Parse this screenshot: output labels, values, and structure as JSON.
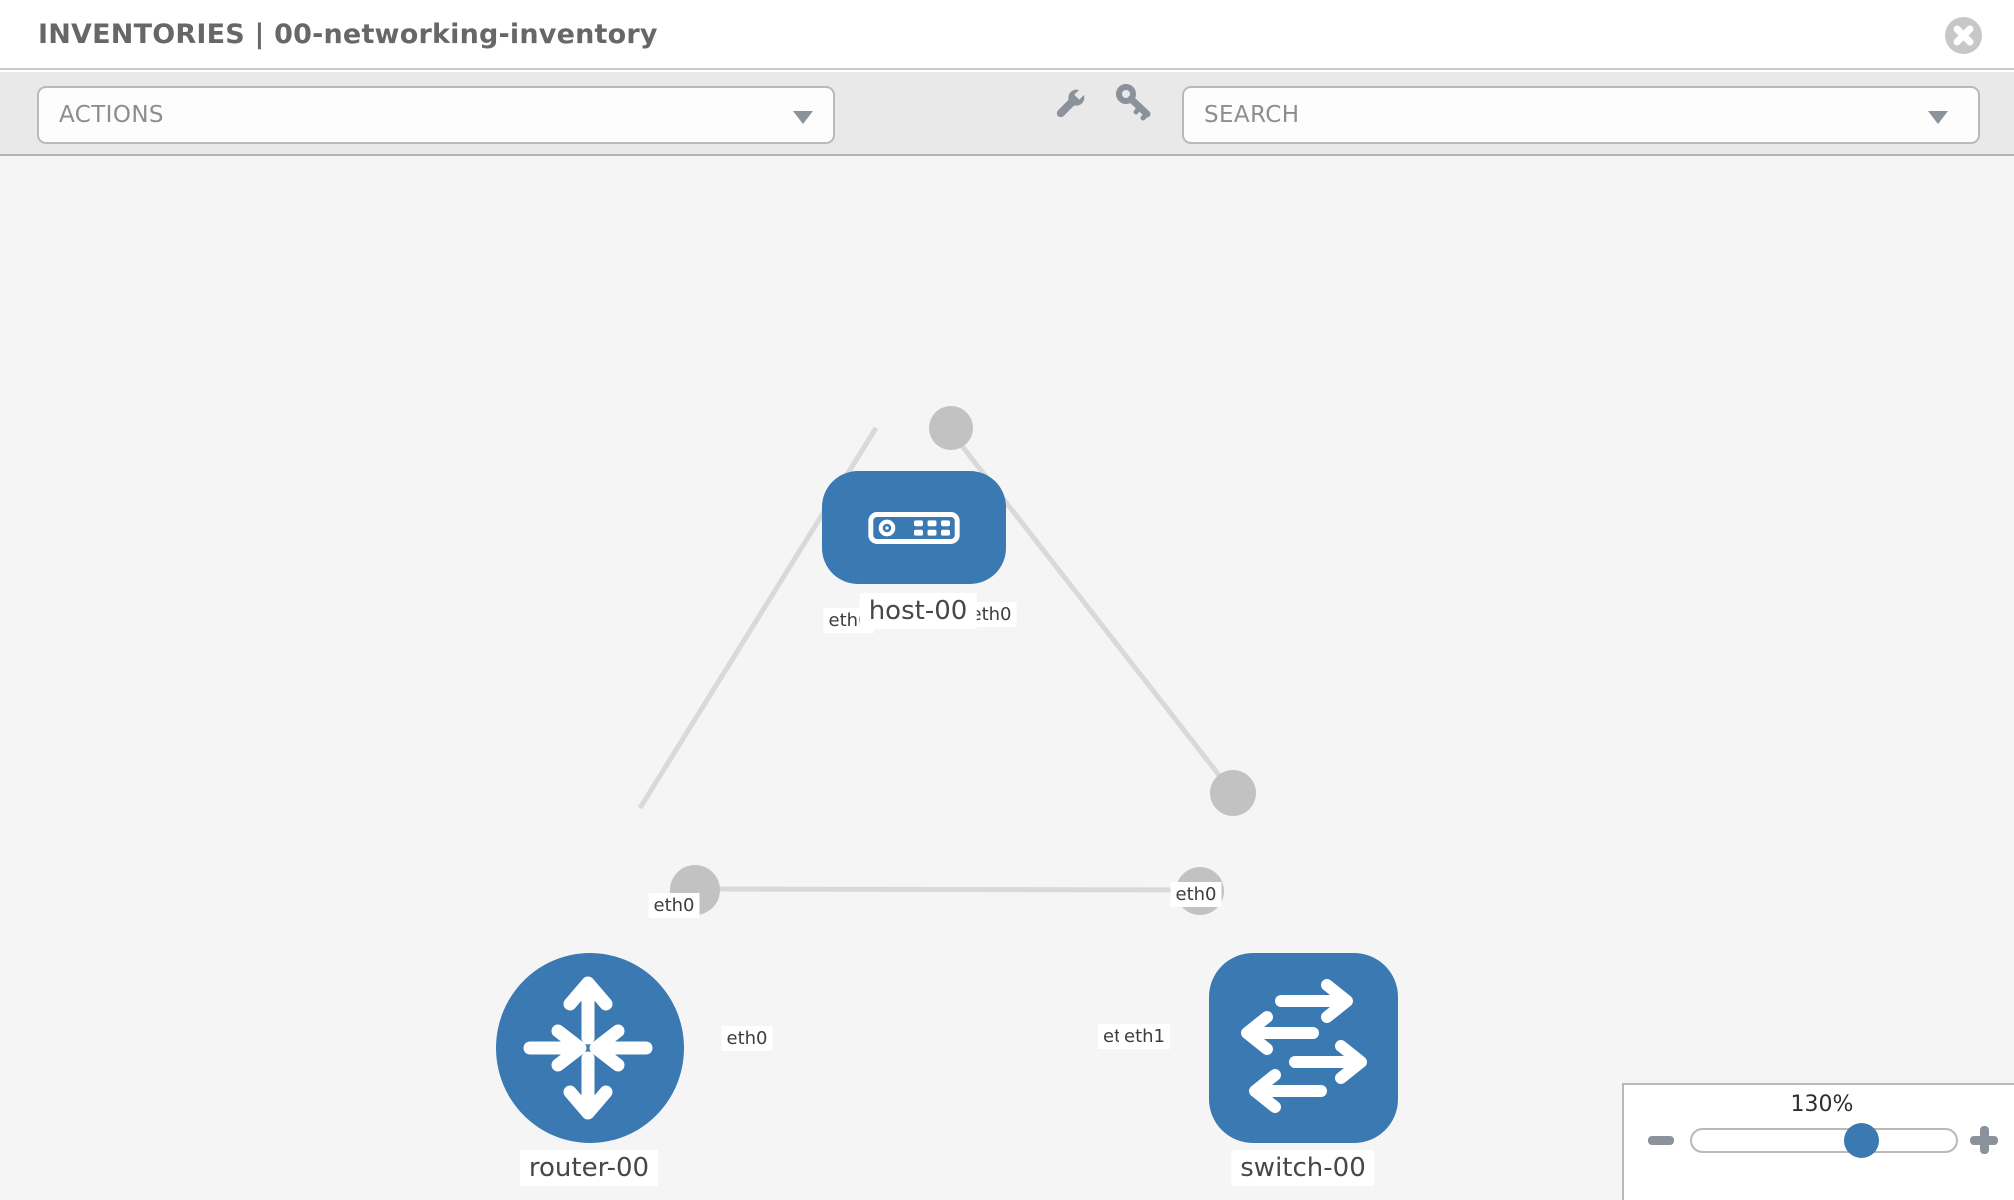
{
  "header": {
    "title": "INVENTORIES | 00-networking-inventory"
  },
  "toolbar": {
    "actions_label": "ACTIONS",
    "search_label": "SEARCH",
    "icons": {
      "wrench": "wrench-icon",
      "key": "key-icon"
    }
  },
  "topology": {
    "nodes": [
      {
        "id": "host-00",
        "type": "host",
        "label": "host-00"
      },
      {
        "id": "router-00",
        "type": "router",
        "label": "router-00"
      },
      {
        "id": "switch-00",
        "type": "switch",
        "label": "switch-00"
      }
    ],
    "interface_labels": {
      "host_left": "eth0",
      "host_right": "eth0",
      "router_uplink": "eth0",
      "router_link": "eth0",
      "switch_uplink": "eth0",
      "switch_link_under": "eth0",
      "switch_link": "eth1"
    },
    "links": [
      {
        "from": "host-00",
        "from_if": "eth0",
        "to": "router-00",
        "to_if": "eth0"
      },
      {
        "from": "host-00",
        "from_if": "eth0",
        "to": "switch-00",
        "to_if": "eth0"
      },
      {
        "from": "router-00",
        "from_if": "eth0",
        "to": "switch-00",
        "to_if": "eth1"
      }
    ]
  },
  "zoom_control": {
    "level": "130%"
  },
  "colors": {
    "node_blue": "#3a79b2",
    "port_gray": "#c2c2c2",
    "link_gray": "#d9d9d9",
    "toolbar_gray": "#e9e9e9",
    "canvas_gray": "#f5f5f5"
  }
}
